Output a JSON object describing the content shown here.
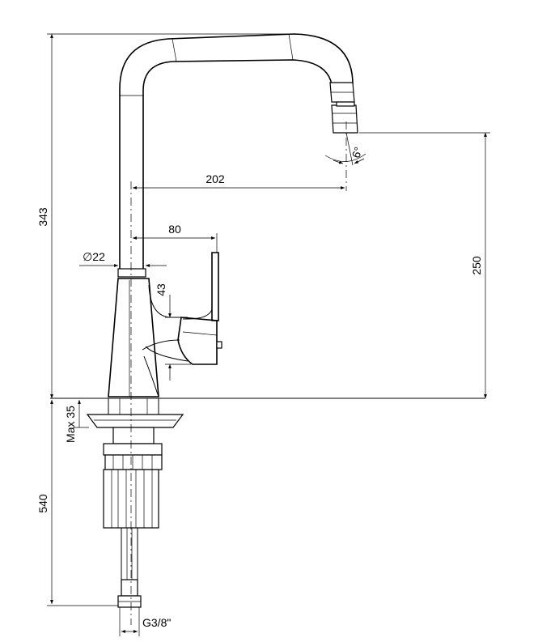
{
  "dimensions": {
    "total_height": "343",
    "spout_reach": "202",
    "handle_reach": "80",
    "body_diameter": "∅22",
    "handle_height": "43",
    "outlet_height": "250",
    "below_deck": "540",
    "max_deck": "Max 35",
    "connection": "G3/8\"",
    "aerator_angle": "6°"
  }
}
